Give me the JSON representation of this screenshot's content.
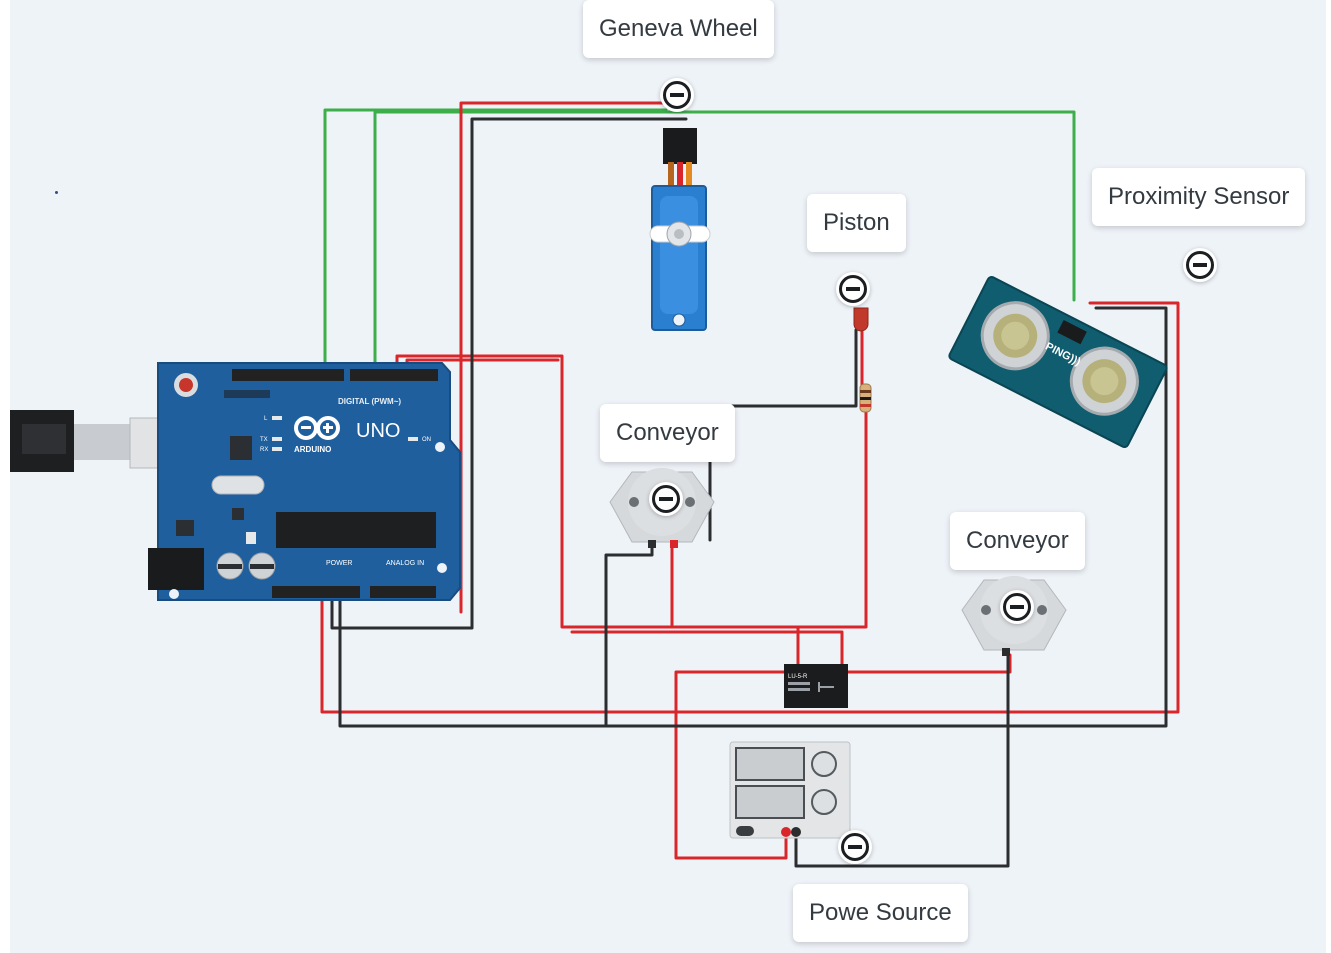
{
  "labels": {
    "geneva_wheel": "Geneva Wheel",
    "piston": "Piston",
    "proximity_sensor": "Proximity Sensor",
    "conveyor_1": "Conveyor",
    "conveyor_2": "Conveyor",
    "power_source": "Powe Source"
  },
  "arduino": {
    "model": "UNO",
    "brand": "ARDUINO",
    "digital_header": "DIGITAL (PWM~)",
    "power_header": "POWER",
    "analog_header": "ANALOG IN",
    "on_led": "ON",
    "tx": "TX",
    "rx": "RX",
    "l": "L"
  },
  "ultrasonic": {
    "brand": "PING)))"
  },
  "relay": {
    "part": "LU-5-R"
  },
  "colors": {
    "wire_red": "#d8262b",
    "wire_black": "#2b2d2f",
    "wire_green": "#3cae4a",
    "arduino_blue": "#1f5f9e",
    "servo_blue": "#2b7fd0",
    "sensor_teal": "#0f5d6f"
  },
  "icons": [
    "minus-circle-icon",
    "arduino-logo-icon",
    "usb-cable-icon"
  ]
}
